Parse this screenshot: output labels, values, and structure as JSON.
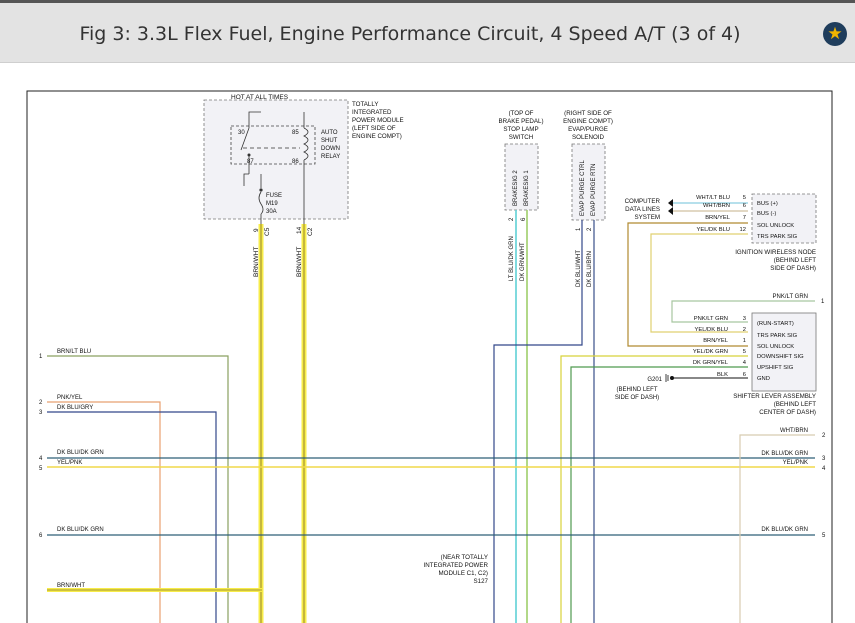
{
  "header": {
    "title": "Fig 3: 3.3L Flex Fuel, Engine Performance Circuit, 4 Speed A/T (3 of 4)",
    "favorite_icon": "star-icon"
  },
  "colors": {
    "header_bg": "#e3e3e3",
    "star_bg": "#1f3d5c",
    "star_fg": "#f0b400",
    "brn_wht_highlight": "#fff250"
  },
  "tipm": {
    "hot_label": "HOT AT ALL TIMES",
    "module_label": [
      "TOTALLY",
      "INTEGRATED",
      "POWER MODULE",
      "(LEFT SIDE OF",
      "ENGINE COMPT)"
    ],
    "relay_label": [
      "AUTO",
      "SHUT",
      "DOWN",
      "RELAY"
    ],
    "pins": [
      "30",
      "85",
      "87",
      "86"
    ],
    "fuse_label": [
      "FUSE",
      "M19",
      "30A"
    ],
    "wire1": {
      "color": "BRN/WHT",
      "pin": "9",
      "conn": "C5"
    },
    "wire2": {
      "color": "BRN/WHT",
      "pin": "14",
      "conn": "C2"
    }
  },
  "brake_switch": {
    "label": [
      "(TOP OF",
      "BRAKE PEDAL)",
      "STOP LAMP",
      "SWITCH"
    ],
    "sigs": [
      "BRAKESIG 2",
      "BRAKESIG 1"
    ],
    "pins": [
      "2",
      "6"
    ],
    "wires": [
      "LT BLU/DK GRN",
      "DK GRN/WHT"
    ]
  },
  "evap": {
    "label": [
      "(RIGHT SIDE OF",
      "ENGINE COMPT)",
      "EVAP/PURGE",
      "SOLENOID"
    ],
    "sigs": [
      "EVAP PURGE CTRL",
      "EVAP PURGE RTN"
    ],
    "pins": [
      "1",
      "2"
    ],
    "wires": [
      "DK BLU/WHT",
      "DK BLU/BRN"
    ]
  },
  "computer": {
    "label": [
      "COMPUTER",
      "DATA LINES",
      "SYSTEM"
    ]
  },
  "win": {
    "rows": [
      {
        "wire": "WHT/LT BLU",
        "pin": "5",
        "sig": "BUS (+)"
      },
      {
        "wire": "WHT/BRN",
        "pin": "6",
        "sig": "BUS (-)"
      },
      {
        "wire": "BRN/YEL",
        "pin": "7",
        "sig": "SOL UNLOCK"
      },
      {
        "wire": "YEL/DK BLU",
        "pin": "12",
        "sig": "TRS PARK SIG"
      }
    ],
    "label": [
      "IGNITION WIRELESS NODE",
      "(BEHIND LEFT",
      "SIDE OF DASH)"
    ]
  },
  "shifter": {
    "top_wire": "PNK/LT GRN",
    "top_pin": "1",
    "rows": [
      {
        "wire": "PNK/LT GRN",
        "pin": "3",
        "sig": "(RUN-START)"
      },
      {
        "wire": "YEL/DK BLU",
        "pin": "2",
        "sig": "TRS PARK SIG"
      },
      {
        "wire": "BRN/YEL",
        "pin": "1",
        "sig": "SOL UNLOCK"
      },
      {
        "wire": "YEL/DK GRN",
        "pin": "5",
        "sig": "DOWNSHIFT SIG"
      },
      {
        "wire": "DK GRN/YEL",
        "pin": "4",
        "sig": "UPSHIFT SIG"
      },
      {
        "wire": "BLK",
        "pin": "6",
        "sig": "GND"
      }
    ],
    "ground_label": [
      "G201",
      "(BEHIND LEFT",
      "SIDE OF DASH)"
    ],
    "label": [
      "SHIFTER LEVER ASSEMBLY",
      "(BEHIND LEFT",
      "CENTER OF DASH)"
    ]
  },
  "left_wires": [
    {
      "num": "1",
      "name": "BRN/LT BLU"
    },
    {
      "num": "2",
      "name": "PNK/YEL"
    },
    {
      "num": "3",
      "name": "DK BLU/GRY"
    },
    {
      "num": "4",
      "name": "DK BLU/DK GRN"
    },
    {
      "num": "5",
      "name": "YEL/PNK"
    },
    {
      "num": "6",
      "name": "DK BLU/DK GRN"
    },
    {
      "num": "",
      "name": "BRN/WHT"
    }
  ],
  "right_wires": [
    {
      "num": "2",
      "name": "WHT/BRN"
    },
    {
      "num": "3",
      "name": "DK BLU/DK GRN"
    },
    {
      "num": "4",
      "name": "YEL/PNK"
    },
    {
      "num": "5",
      "name": "DK BLU/DK GRN"
    }
  ],
  "splice": {
    "label": [
      "(NEAR TOTALLY",
      "INTEGRATED POWER",
      "MODULE C1, C2)",
      "S127"
    ]
  }
}
